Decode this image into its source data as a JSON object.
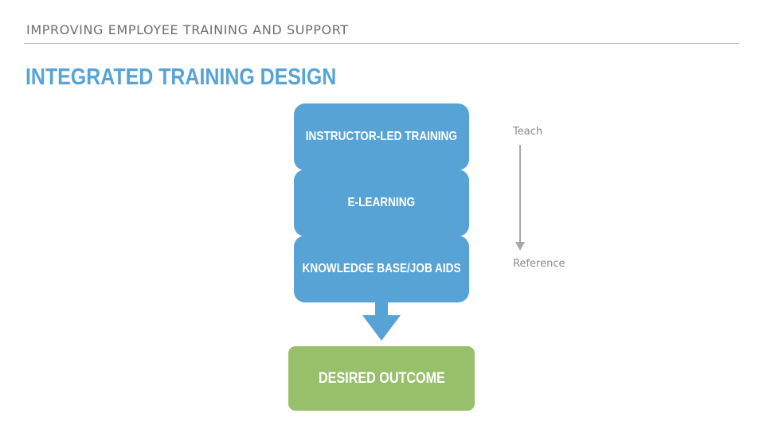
{
  "header": {
    "text": "IMPROVING EMPLOYEE TRAINING AND SUPPORT"
  },
  "title": "INTEGRATED TRAINING DESIGN",
  "diagram": {
    "stack": [
      {
        "label": "INSTRUCTOR-LED TRAINING"
      },
      {
        "label": "E-LEARNING"
      },
      {
        "label": "KNOWLEDGE BASE/JOB AIDS"
      }
    ],
    "outcome": {
      "label": "DESIRED OUTCOME"
    },
    "scale": {
      "top_label": "Teach",
      "bottom_label": "Reference"
    },
    "colors": {
      "stack_fill": "#58a3d6",
      "outcome_fill": "#98c06b",
      "title": "#56a3d8",
      "scale_arrow": "#a8a8a8"
    }
  }
}
